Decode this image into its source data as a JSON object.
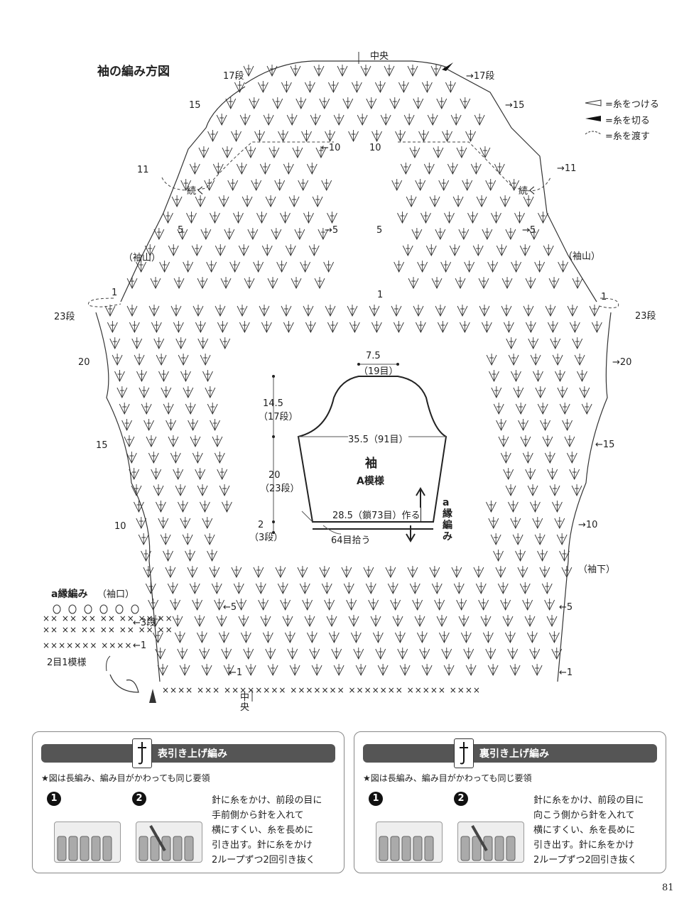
{
  "diagram": {
    "title": "袖の編み方図",
    "top_center": "中央",
    "bottom_center": "中央",
    "legend": [
      {
        "icon": "attach-yarn-icon",
        "label": "=糸をつける"
      },
      {
        "icon": "cut-yarn-icon",
        "label": "=糸を切る"
      },
      {
        "icon": "carry-yarn-icon",
        "label": "=糸を渡す"
      }
    ],
    "row_labels": {
      "r17_left": "17段",
      "r17_right": "→17段",
      "r15_left": "15",
      "r15_right": "→15",
      "r11_left": "11",
      "r11_right": "→11",
      "r10_left": "←10",
      "r10_right": "10",
      "r5_left": "5",
      "r5_mid_left": "→5",
      "r5_mid_right": "5",
      "r5_right": "→5",
      "r1_left": "1",
      "r1_mid": "1",
      "r1_right": "1",
      "cont_left": "続く",
      "cont_right": "続く",
      "sleeve_cap_left": "（袖山）",
      "sleeve_cap_right": "（袖山）",
      "b23_left": "23段",
      "b23_right": "23段",
      "b20_left": "20",
      "b20_right": "→20",
      "b15_left": "15",
      "b15_right": "←15",
      "b10_left": "10",
      "b10_right": "→10",
      "underarm": "（袖下）",
      "b5_left": "←5",
      "b5_right": "←5",
      "b1_left": "←1",
      "b1_right": "←1",
      "base_row_1": "×××× ××× ×××××××× ××××××× ××××××× ××××× ××××"
    }
  },
  "schematic": {
    "top_width": "7.5",
    "top_rows": "（19目）",
    "cap_height": "14.5",
    "cap_rows": "（17段）",
    "body_width": "35.5（91目）",
    "body_height": "20",
    "body_rows": "（23段）",
    "edge_height": "2",
    "edge_rows": "（3段）",
    "name": "袖",
    "pattern": "A模様",
    "cuff_width": "28.5（鎖73目）作る",
    "pickup": "64目拾う",
    "edge_label": "a縁編み"
  },
  "edging": {
    "title": "a縁編み",
    "subtitle": "（袖口）",
    "row3": "←3段",
    "row1": "←1",
    "repeat": "2目1模様",
    "row3_marks": "×× ×× ×× ×× ×× ×× ××",
    "row1_marks": "××××××× ××××"
  },
  "panels": [
    {
      "title": "表引き上げ編み",
      "note": "★図は長編み、編み目がかわっても同じ要領",
      "step1": "1",
      "step2": "2",
      "text": "針に糸をかけ、前段の目に\n手前側から針を入れて\n横にすくい、糸を長めに\n引き出す。針に糸をかけ\n2ループずつ2回引き抜く"
    },
    {
      "title": "裏引き上げ編み",
      "note": "★図は長編み、編み目がかわっても同じ要領",
      "step1": "1",
      "step2": "2",
      "text": "針に糸をかけ、前段の目に\n向こう側から針を入れて\n横にすくい、糸を長めに\n引き出す。針に糸をかけ\n2ループずつ2回引き抜く"
    }
  ],
  "page_number": "81"
}
